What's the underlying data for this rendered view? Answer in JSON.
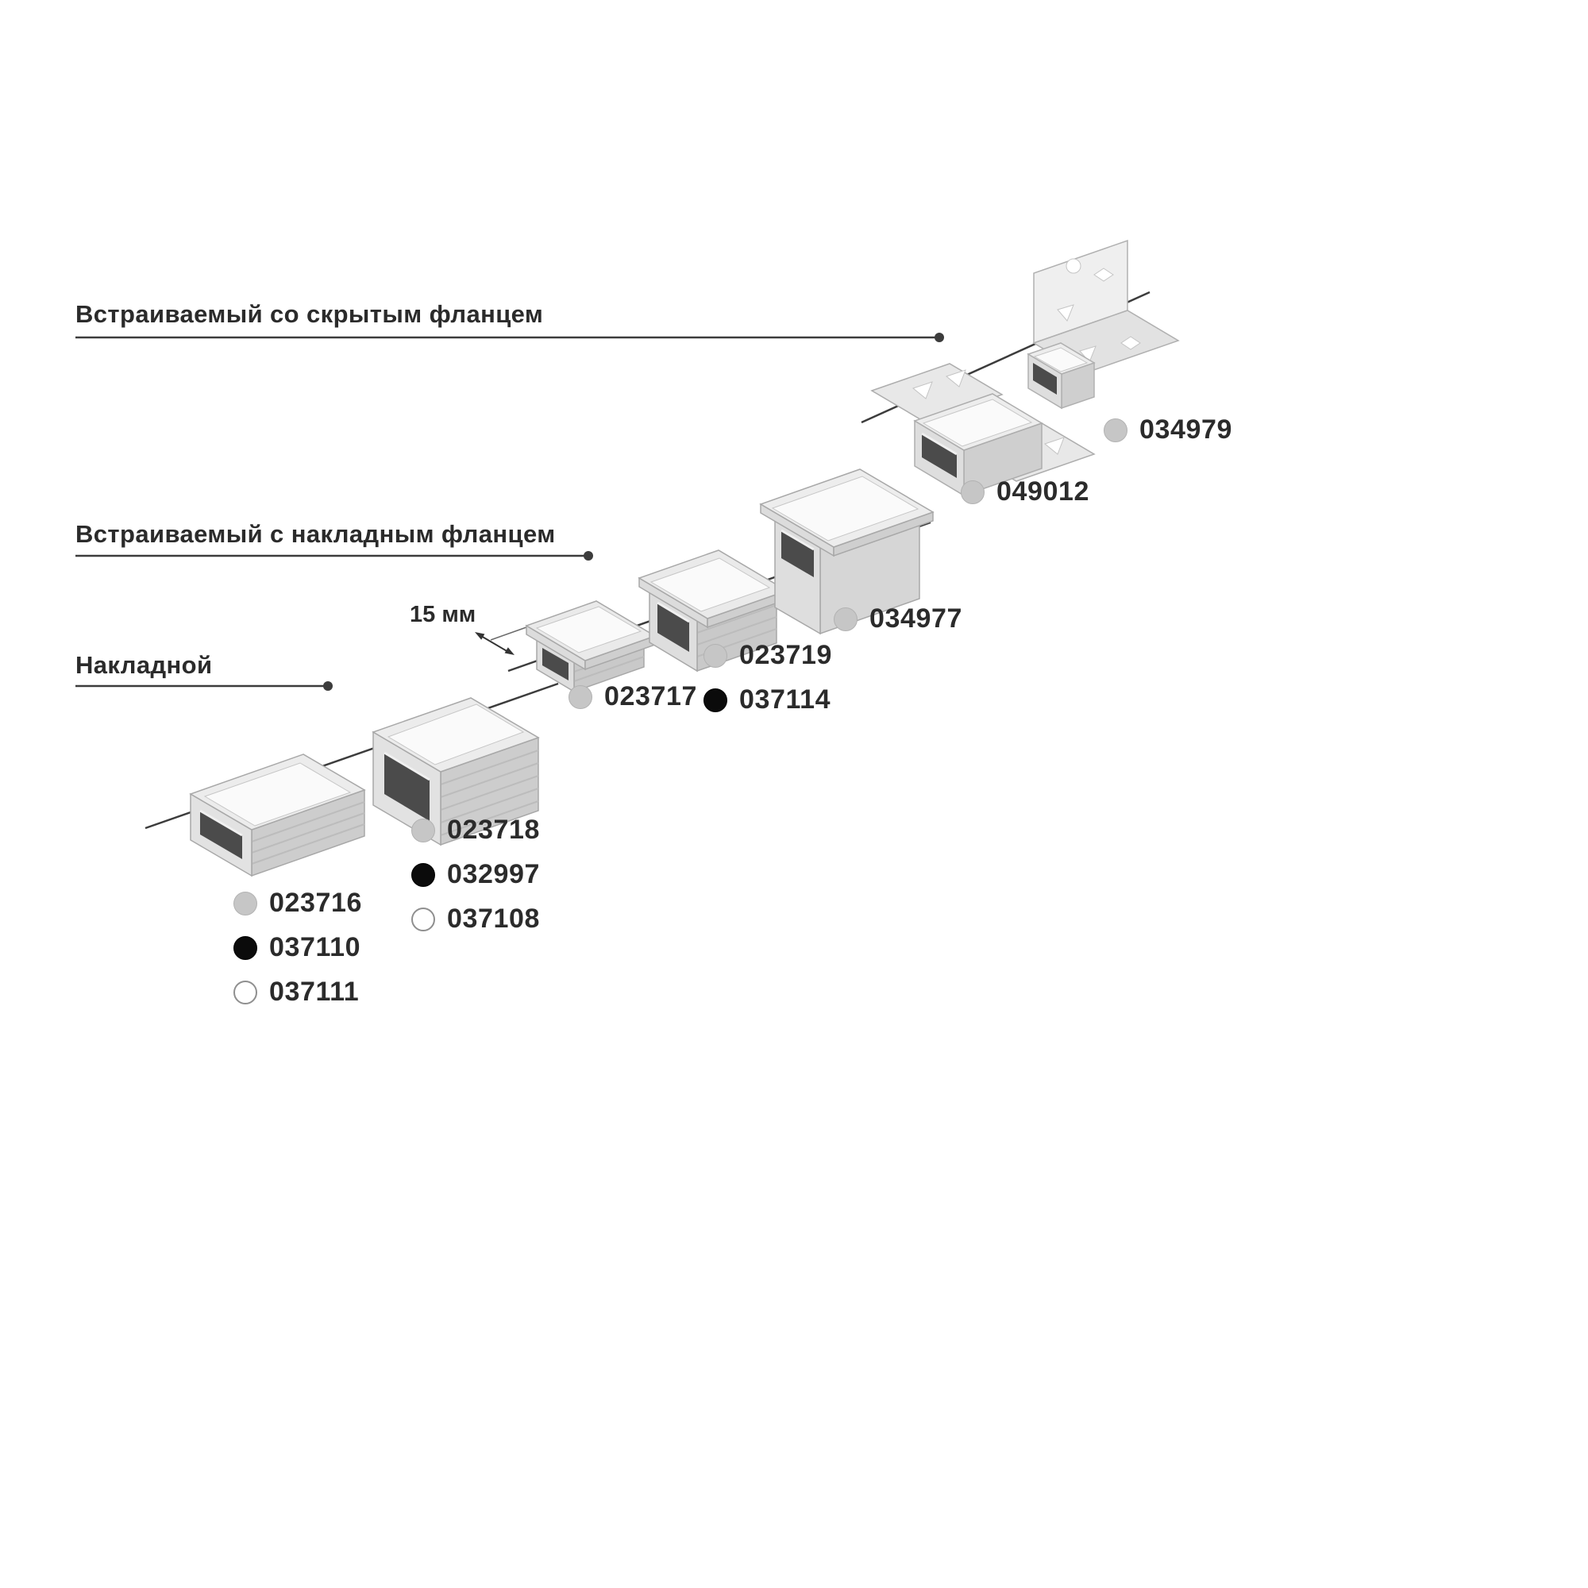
{
  "colors": {
    "text": "#2b2b2b",
    "line": "#3c3c3c",
    "dot_gray": "#c6c6c6",
    "dot_black": "#0b0b0b",
    "dot_white": "#ffffff",
    "dot_border": "#8f8f8f"
  },
  "categories": [
    {
      "label": "Встраиваемый со скрытым фланцем"
    },
    {
      "label": "Встраиваемый с накладным фланцем"
    },
    {
      "label": "Накладной"
    }
  ],
  "dimension": {
    "label": "15 мм"
  },
  "code_groups": [
    {
      "product": "surface-profile-small",
      "items": [
        {
          "code": "023716",
          "dot": "gray"
        },
        {
          "code": "037110",
          "dot": "black"
        },
        {
          "code": "037111",
          "dot": "white"
        }
      ]
    },
    {
      "product": "surface-profile-high",
      "items": [
        {
          "code": "023718",
          "dot": "gray"
        },
        {
          "code": "032997",
          "dot": "black"
        },
        {
          "code": "037108",
          "dot": "white"
        }
      ]
    },
    {
      "product": "recessed-flange-low",
      "items": [
        {
          "code": "023717",
          "dot": "gray"
        }
      ]
    },
    {
      "product": "recessed-flange-high",
      "items": [
        {
          "code": "023719",
          "dot": "gray"
        },
        {
          "code": "037114",
          "dot": "black"
        }
      ]
    },
    {
      "product": "recessed-flange-deep",
      "items": [
        {
          "code": "034977",
          "dot": "gray"
        }
      ]
    },
    {
      "product": "recessed-hidden-flange",
      "items": [
        {
          "code": "049012",
          "dot": "gray"
        }
      ]
    },
    {
      "product": "recessed-hidden-flange-corner",
      "items": [
        {
          "code": "034979",
          "dot": "gray"
        }
      ]
    }
  ]
}
